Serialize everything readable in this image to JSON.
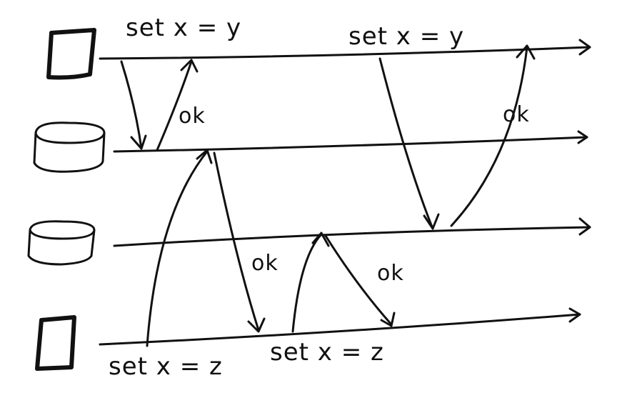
{
  "diagram": {
    "labels": {
      "top_left": "set x = y",
      "top_right": "set x = y",
      "bottom_left": "set x = z",
      "bottom_mid": "set x = z"
    },
    "acks": {
      "ok_1": "ok",
      "ok_2": "ok",
      "ok_3": "ok",
      "ok_4": "ok"
    },
    "nodes": [
      "client-device",
      "storage-cylinder",
      "storage-cylinder",
      "client-device"
    ]
  }
}
